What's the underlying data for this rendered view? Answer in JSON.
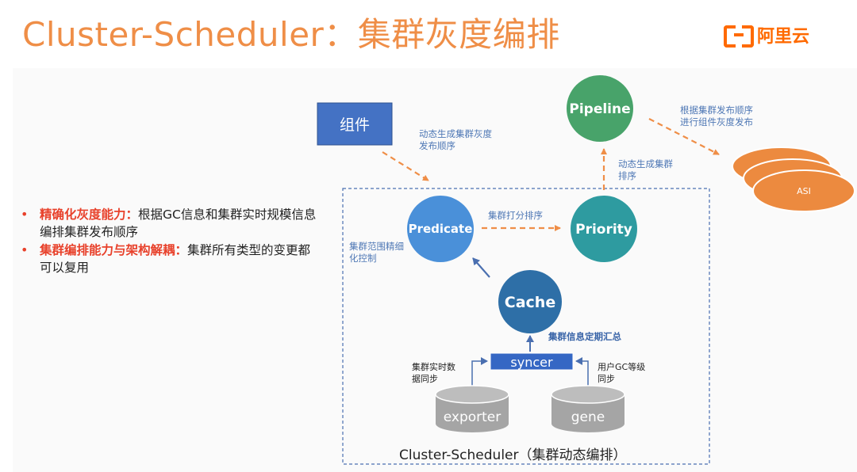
{
  "slide": {
    "title": "Cluster-Scheduler：集群灰度编排",
    "logo_text": "阿里云",
    "logo_icon": "alibaba-cloud-logo-icon"
  },
  "bullets": [
    {
      "highlight": "精确化灰度能力：",
      "text": "根据GC信息和集群实时规模信息编排集群发布顺序"
    },
    {
      "highlight": "集群编排能力与架构解耦：",
      "text": "集群所有类型的变更都可以复用"
    }
  ],
  "diagram": {
    "component_box": "组件",
    "pipeline": "Pipeline",
    "asi": "ASI",
    "predicate": "Predicate",
    "priority": "Priority",
    "cache": "Cache",
    "syncer": "syncer",
    "exporter": "exporter",
    "gene": "gene",
    "frame_caption": "Cluster-Scheduler（集群动态编排）",
    "annotations": {
      "component_to_predicate": [
        "动态生成集群灰度",
        "发布顺序"
      ],
      "priority_to_pipeline": [
        "动态生成集群",
        "排序"
      ],
      "pipeline_to_asi": [
        "根据集群发布顺序",
        "进行组件灰度发布"
      ],
      "predicate_to_priority": "集群打分排序",
      "cache_to_predicate": [
        "集群范围精细",
        "化控制"
      ],
      "syncer_to_cache": "集群信息定期汇总",
      "exporter_to_syncer": [
        "集群实时数",
        "据同步"
      ],
      "gene_to_syncer": [
        "用户GC等级",
        "同步"
      ]
    },
    "colors": {
      "title": "#ef8e47",
      "component_box": "#4472c4",
      "pipeline": "#48a36a",
      "priority": "#2e9ba0",
      "predicate": "#4a90d9",
      "cache": "#2e6fa7",
      "asi": "#ec8a3f",
      "syncer": "#3567c4",
      "cylinder": "#a5a5a5",
      "dashed_arrow": "#ef8e47",
      "solid_arrow": "#4a6fb0",
      "highlight": "#e8412b"
    }
  }
}
